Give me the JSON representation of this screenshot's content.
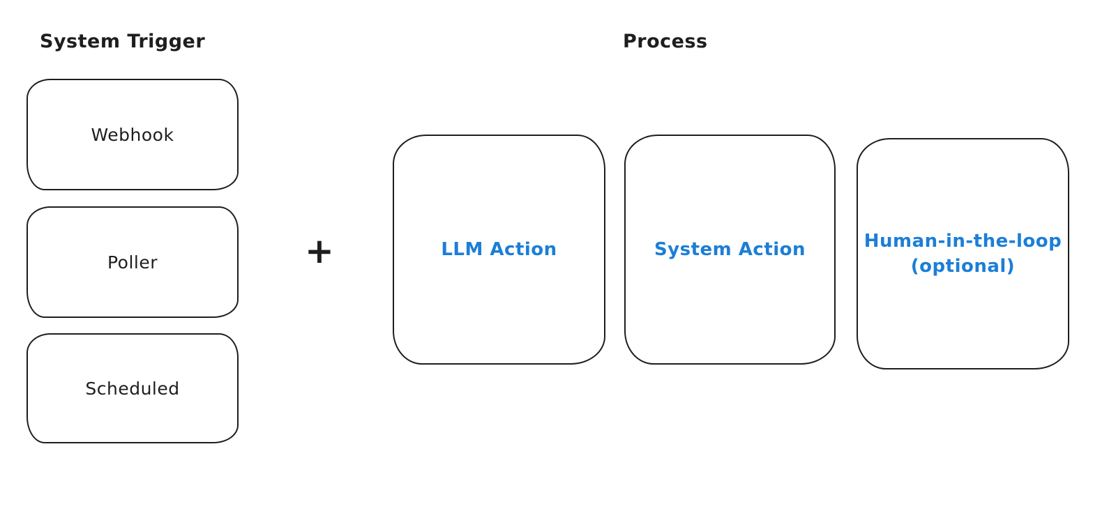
{
  "diagram": {
    "trigger_section": {
      "title": "System Trigger",
      "items": [
        {
          "label": "Webhook"
        },
        {
          "label": "Poller"
        },
        {
          "label": "Scheduled"
        }
      ]
    },
    "plus_sign": "+",
    "process_section": {
      "title": "Process",
      "items": [
        {
          "label": "LLM Action"
        },
        {
          "label": "System Action"
        },
        {
          "label": "Human-in-the-loop\n(optional)"
        }
      ]
    },
    "colors": {
      "stroke": "#1e1e1e",
      "action_text": "#1c7ed6",
      "background": "#ffffff"
    }
  }
}
